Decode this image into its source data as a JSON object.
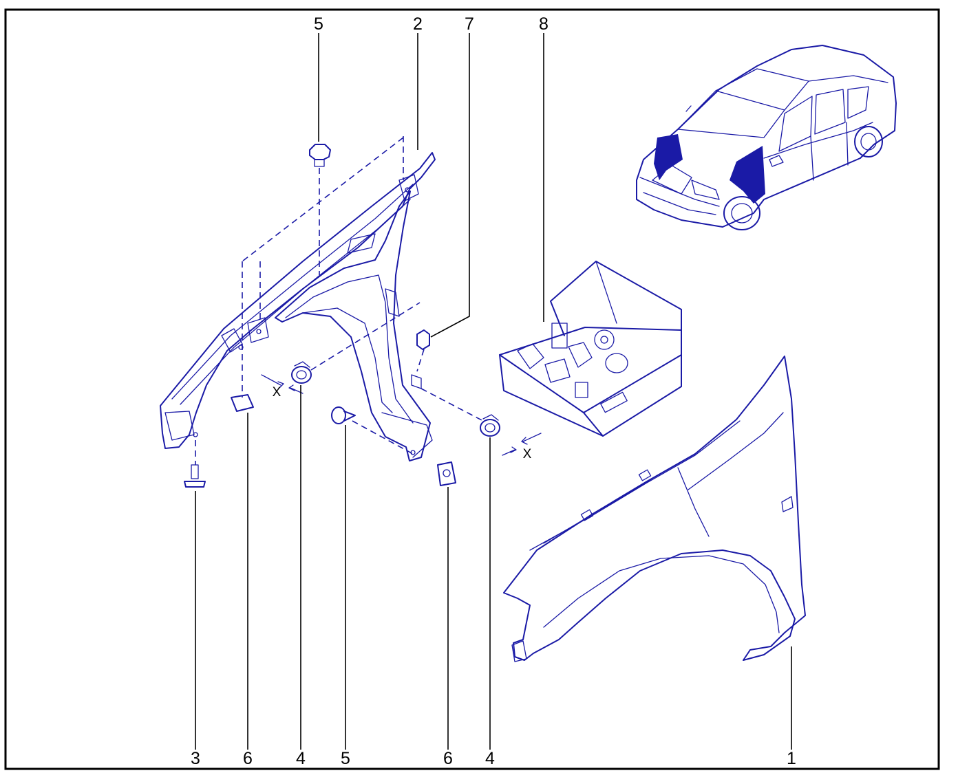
{
  "callouts": {
    "top": [
      "5",
      "2",
      "7",
      "8"
    ],
    "bottom": [
      "3",
      "6",
      "4",
      "5",
      "6",
      "4",
      "1"
    ]
  },
  "dimension_label": "X",
  "colors": {
    "line": "#1a1aa6",
    "frame": "#000000",
    "background": "#ffffff"
  }
}
